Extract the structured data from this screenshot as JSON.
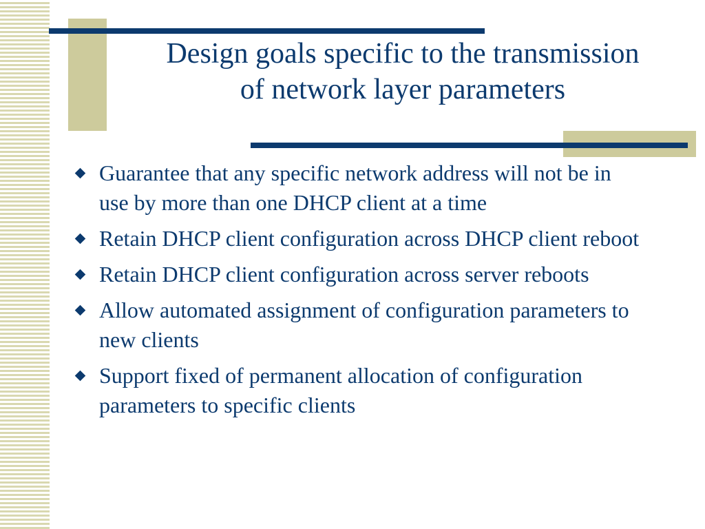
{
  "slide": {
    "title": "Design goals specific to the transmission of network layer parameters",
    "bullets": [
      "Guarantee that any specific network address will not be in use by more than one DHCP client at a time",
      "Retain DHCP client configuration across DHCP client reboot",
      "Retain DHCP client configuration across server reboots",
      "Allow automated assignment of configuration parameters to new clients",
      "Support fixed of permanent allocation of configuration parameters to specific clients"
    ]
  },
  "colors": {
    "text": "#0c3a6e",
    "rule": "#0c3a6e",
    "accent_block": "#cdcb9c",
    "stripe": "#d9d8b0",
    "background": "#ffffff"
  },
  "icons": {
    "bullet": "diamond-bullet-icon"
  }
}
